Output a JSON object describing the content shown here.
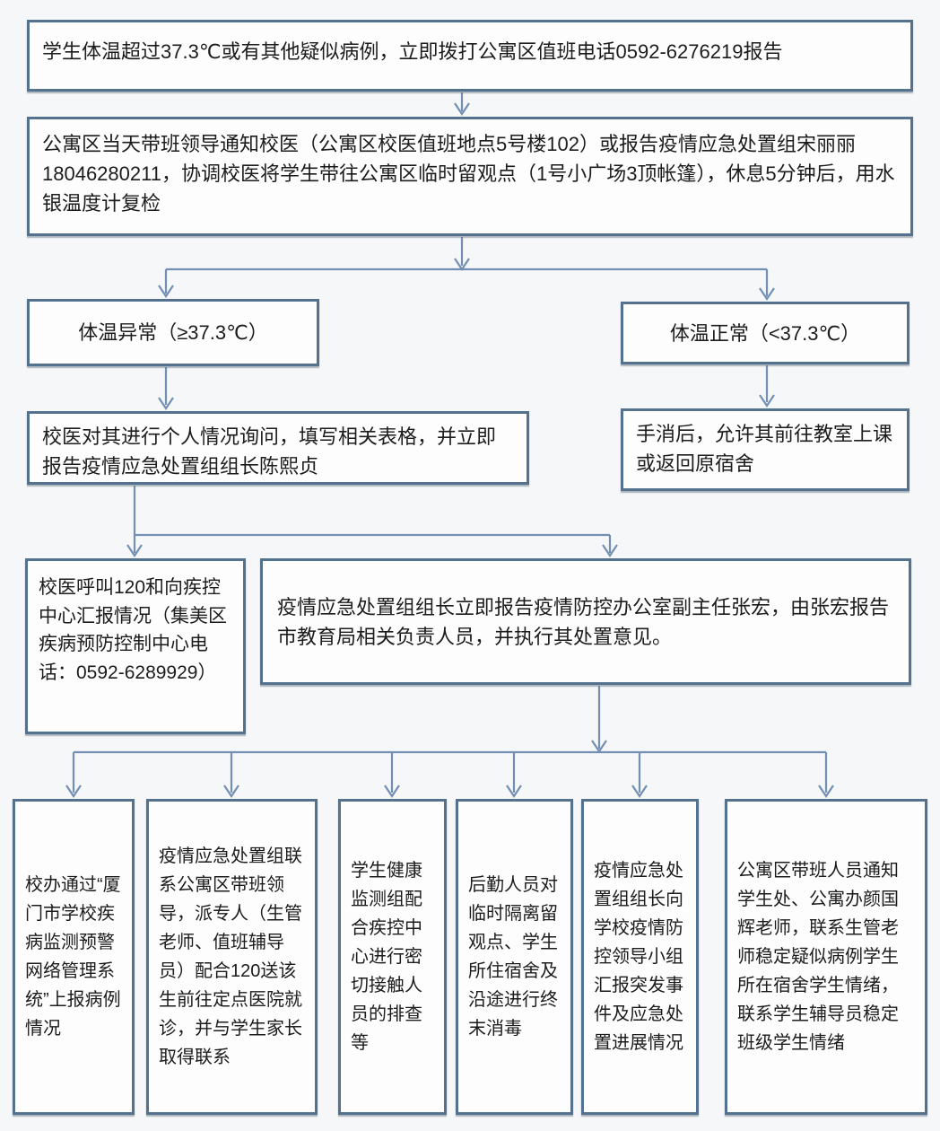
{
  "flow": {
    "step_report": "学生体温超过37.3℃或有其他疑似病例，立即拨打公寓区值班电话0592-6276219报告",
    "step_notify": "公寓区当天带班领导通知校医（公寓区校医值班地点5号楼102）或报告疫情应急处置组宋丽丽18046280211，协调校医将学生带往公寓区临时留观点（1号小广场3顶帐篷），休息5分钟后，用水银温度计复检",
    "temp_abnormal": "体温异常（≥37.3℃）",
    "temp_normal": "体温正常（<37.3℃）",
    "abnormal_inquiry": "校医对其进行个人情况询问，填写相关表格，并立即报告疫情应急处置组组长陈熙贞",
    "normal_release": "手消后，允许其前往教室上课或返回原宿舍",
    "call_120": "校医呼叫120和向疾控中心汇报情况（集美区疾病预防控制中心电话：0592-6289929）",
    "report_office": "疫情应急处置组组长立即报告疫情防控办公室副主任张宏，由张宏报告市教育局相关负责人员，并执行其处置意见。",
    "parallel_actions": [
      "校办通过“厦门市学校疾病监测预警网络管理系统”上报病例情况",
      "疫情应急处置组联系公寓区带班领导，派专人（生管老师、值班辅导员）配合120送该生前往定点医院就诊，并与学生家长取得联系",
      "学生健康监测组配合疾控中心进行密切接触人员的排查等",
      "后勤人员对临时隔离留观点、学生所住宿舍及沿途进行终末消毒",
      "疫情应急处置组组长向学校疫情防控领导小组汇报突发事件及应急处置进展情况",
      "公寓区带班人员通知学生处、公寓办颜国辉老师，联系生管老师稳定疑似病例学生所在宿舍学生情绪，联系学生辅导员稳定班级学生情绪"
    ]
  },
  "colors": {
    "page_bg": "#f6f7f8",
    "box_bg": "#fdfdfd",
    "box_border": "#54718e",
    "arrow": "#7390b4",
    "text": "#1c1c1c"
  }
}
